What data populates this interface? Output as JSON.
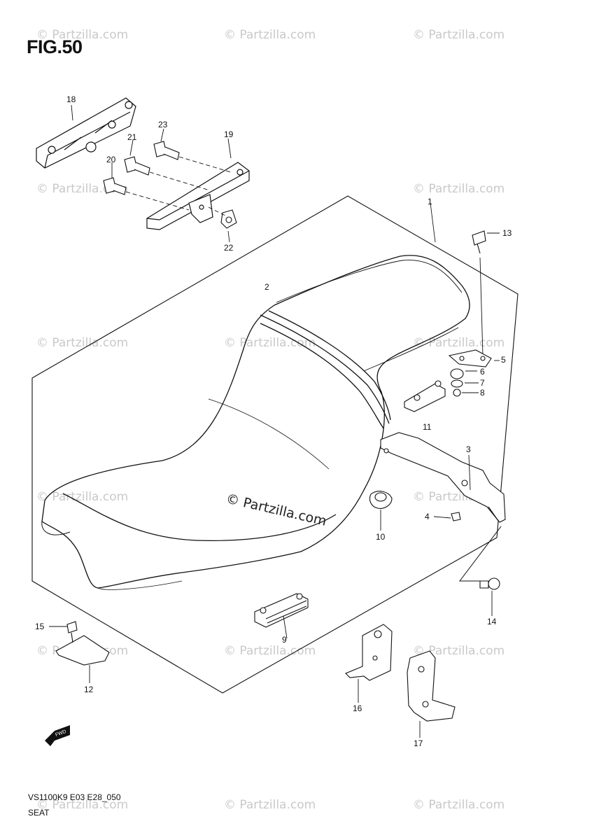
{
  "figure": {
    "title": "FIG.50"
  },
  "footer": {
    "code": "VS1100K9 E03 E28_050",
    "name": "SEAT"
  },
  "watermark": {
    "text": "© Partzilla.com"
  },
  "arrow_label": "FWD",
  "callouts": {
    "c1": "1",
    "c2": "2",
    "c3": "3",
    "c4": "4",
    "c5": "5",
    "c6": "6",
    "c7": "7",
    "c8": "8",
    "c9": "9",
    "c10": "10",
    "c11": "11",
    "c12": "12",
    "c13": "13",
    "c14": "14",
    "c15": "15",
    "c16": "16",
    "c17": "17",
    "c18": "18",
    "c19": "19",
    "c20": "20",
    "c21": "21",
    "c22": "22",
    "c23": "23"
  }
}
